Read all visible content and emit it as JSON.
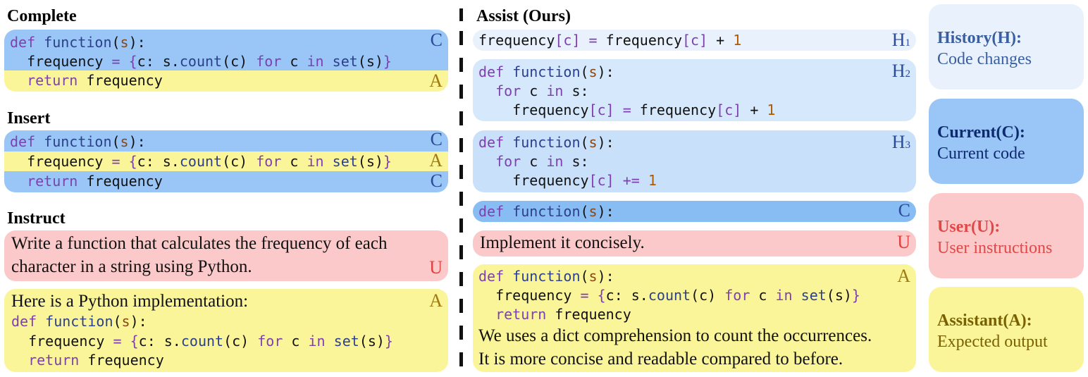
{
  "colors": {
    "history_light": "#e8f1fc",
    "history_mid": "#d6e8fb",
    "history_dark": "#c8e0fa",
    "current": "#99c6f6",
    "current_strong": "#88bdf4",
    "user": "#fbc9c9",
    "assistant": "#fbf59a",
    "tag_c": "#2b4a9a",
    "tag_a": "#a07a10",
    "tag_u": "#e04040"
  },
  "sections": {
    "complete": {
      "title": "Complete"
    },
    "insert": {
      "title": "Insert"
    },
    "instruct": {
      "title": "Instruct"
    },
    "assist": {
      "title": "Assist (Ours)"
    }
  },
  "code": {
    "def": "def",
    "function": "function",
    "s": "s",
    "paren_open": "(",
    "paren_close_colon": "):",
    "frequency": "frequency",
    "eq": " = ",
    "brace_open": "{",
    "c": "c",
    "colon_s": ": s.",
    "count": "count",
    "paren_c": "(c) ",
    "for": "for",
    "in": "in",
    "set": "set",
    "set_args": "(s)",
    "brace_close": "}",
    "return": "return",
    "for_c_in_s": "s:",
    "bracket_c": "[c]",
    "plus_one": " + ",
    "one": "1",
    "plus_eq": " += "
  },
  "tags": {
    "C": "C",
    "A": "A",
    "U": "U",
    "H": "H",
    "H1": "1",
    "H2": "2",
    "H3": "3"
  },
  "instruct": {
    "user_line1": "Write a function that calculates the frequency of each",
    "user_line2": "character in a string using Python.",
    "assistant_intro": "Here is a Python implementation:"
  },
  "assist": {
    "user_text": "Implement it concisely.",
    "explain_line1": "We uses a dict comprehension to count the occurrences.",
    "explain_line2": "It is more concise and readable compared to before."
  },
  "legend": {
    "history_title": "History(H):",
    "history_sub": "Code changes",
    "current_title": "Current(C):",
    "current_sub": "Current code",
    "user_title": "User(U):",
    "user_sub": "User instructions",
    "assistant_title": "Assistant(A):",
    "assistant_sub": "Expected output",
    "history_title_color": "#3a5fa0",
    "history_sub_color": "#3a5fa0",
    "current_title_color": "#0d2a6e",
    "current_sub_color": "#0d2a6e",
    "user_title_color": "#e04848",
    "user_sub_color": "#e04848",
    "assistant_title_color": "#7a6000",
    "assistant_sub_color": "#7a6000"
  }
}
